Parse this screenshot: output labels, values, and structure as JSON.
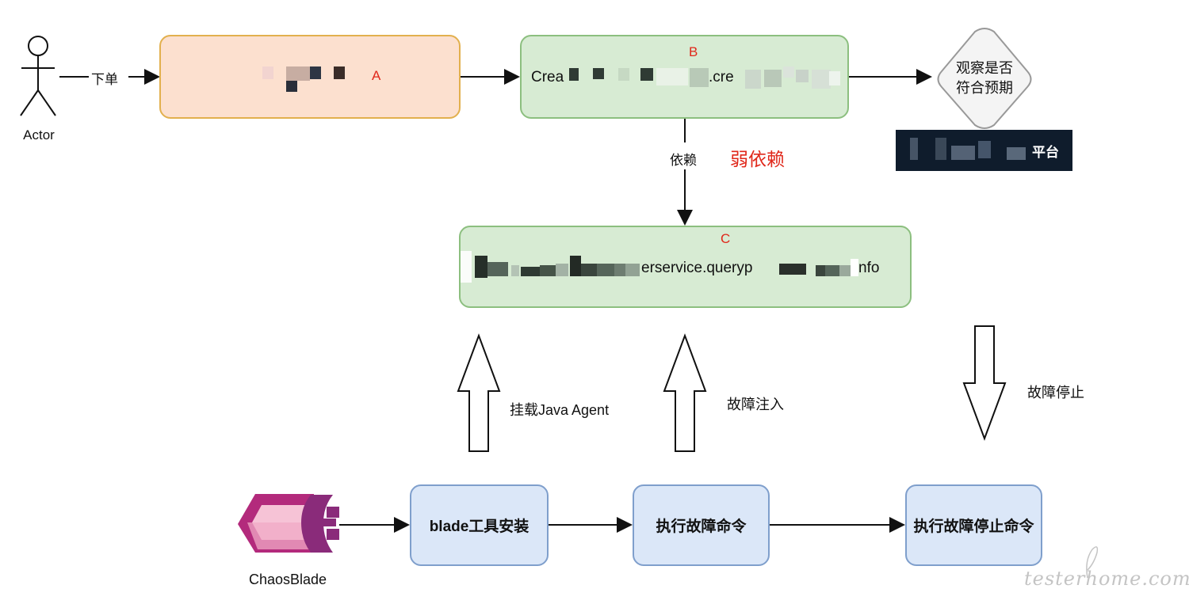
{
  "actor": {
    "label": "Actor"
  },
  "edge_order": {
    "label": "下单"
  },
  "node_a": {
    "letter": "A"
  },
  "node_b": {
    "letter": "B",
    "text_left": "Crea",
    "text_mid": ".cre"
  },
  "decision": {
    "line1": "观察是否",
    "line2": "符合预期"
  },
  "platform": {
    "label": "平台"
  },
  "dependency": {
    "edge_label": "依赖",
    "note": "弱依赖"
  },
  "node_c": {
    "letter": "C",
    "text_mid": "erservice.queryp",
    "text_end": "nfo"
  },
  "arrows": {
    "mount": "挂载Java Agent",
    "inject": "故障注入",
    "stop": "故障停止"
  },
  "chaosblade": {
    "label": "ChaosBlade"
  },
  "steps": [
    {
      "label": "blade工具安装"
    },
    {
      "label": "执行故障命令"
    },
    {
      "label": "执行故障停止命令"
    }
  ],
  "watermark": {
    "text": "testerhome.com"
  }
}
